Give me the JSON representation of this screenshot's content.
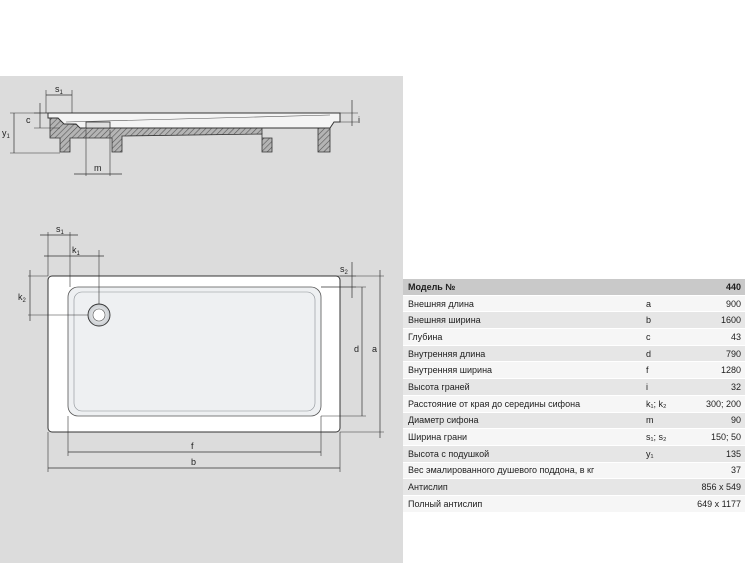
{
  "drawing": {
    "section_labels": {
      "s1": "s",
      "s1_sub": "1",
      "c": "c",
      "y1": "y",
      "y1_sub": "1",
      "m": "m",
      "i": "i"
    },
    "plan_labels": {
      "s1": "s",
      "s1_sub": "1",
      "k1": "k",
      "k1_sub": "1",
      "k2": "k",
      "k2_sub": "2",
      "s2": "s",
      "s2_sub": "2",
      "d": "d",
      "a": "a",
      "f": "f",
      "b": "b"
    }
  },
  "specs": {
    "header": {
      "label": "Модель №",
      "symbol": "",
      "value": "440"
    },
    "rows": [
      {
        "label": "Внешняя длина",
        "symbol": "a",
        "symbol_sub": "",
        "value": "900"
      },
      {
        "label": "Внешняя ширина",
        "symbol": "b",
        "symbol_sub": "",
        "value": "1600"
      },
      {
        "label": "Глубина",
        "symbol": "c",
        "symbol_sub": "",
        "value": "43"
      },
      {
        "label": "Внутренняя длина",
        "symbol": "d",
        "symbol_sub": "",
        "value": "790"
      },
      {
        "label": "Внутренняя ширина",
        "symbol": "f",
        "symbol_sub": "",
        "value": "1280"
      },
      {
        "label": "Высота граней",
        "symbol": "i",
        "symbol_sub": "",
        "value": "32"
      },
      {
        "label": "Расстояние от края до середины сифона",
        "symbol": "k₁; k₂",
        "symbol_sub": "",
        "value": "300; 200"
      },
      {
        "label": "Диаметр сифона",
        "symbol": "m",
        "symbol_sub": "",
        "value": "90"
      },
      {
        "label": "Ширина грани",
        "symbol": "s₁; s₂",
        "symbol_sub": "",
        "value": "150; 50"
      },
      {
        "label": "Высота с подушкой",
        "symbol": "y₁",
        "symbol_sub": "",
        "value": "135"
      },
      {
        "label": "Вес эмалированного душевого поддона, в кг",
        "symbol": "",
        "symbol_sub": "",
        "value": "37"
      },
      {
        "label": "Антислип",
        "symbol": "",
        "symbol_sub": "",
        "value": "856 x 549"
      },
      {
        "label": "Полный антислип",
        "symbol": "",
        "symbol_sub": "",
        "value": "649 x 1177"
      }
    ]
  },
  "colors": {
    "panel_bg": "#dcdcdc",
    "line": "#333333",
    "tray_fill": "#ffffff",
    "inner_fill": "#eef0f2",
    "hatch": "#6a6a6a"
  }
}
